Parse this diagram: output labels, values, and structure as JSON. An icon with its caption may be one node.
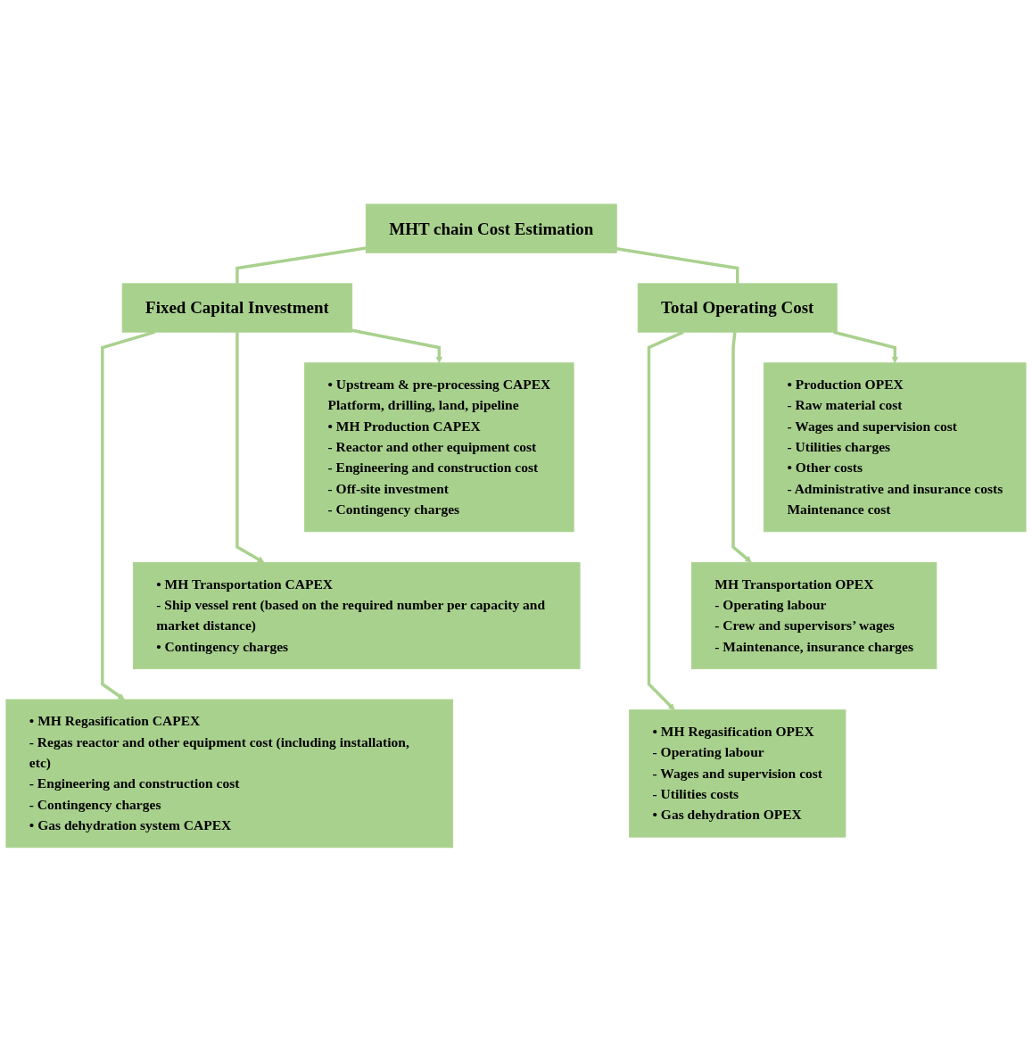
{
  "diagram": {
    "nodes": [
      {
        "text": [
          "MHT chain Cost Estimation"
        ]
      },
      {
        "text": [
          "Fixed Capital Investment"
        ]
      },
      {
        "text": [
          "Total Operating Cost"
        ]
      },
      {
        "text": [
          "• Upstream & pre-processing CAPEX",
          "Platform, drilling, land, pipeline",
          "• MH Production CAPEX",
          "- Reactor and other equipment cost",
          "- Engineering and construction cost",
          "- Off-site investment",
          "- Contingency charges"
        ]
      },
      {
        "text": [
          "• MH Transportation CAPEX",
          "- Ship vessel rent (based on the required number per capacity and market distance)",
          "• Contingency charges"
        ]
      },
      {
        "text": [
          "• MH Regasification CAPEX",
          "- Regas reactor and other equipment cost (including installation, etc)",
          "- Engineering and construction cost",
          "- Contingency charges",
          "• Gas dehydration system CAPEX"
        ]
      },
      {
        "text": [
          "• Production OPEX",
          "- Raw material cost",
          "- Wages and supervision cost",
          "- Utilities charges",
          "• Other costs",
          "- Administrative and insurance costs",
          "Maintenance cost"
        ]
      },
      {
        "text": [
          "MH Transportation OPEX",
          "- Operating labour",
          "- Crew and supervisors’ wages",
          "- Maintenance, insurance charges"
        ]
      },
      {
        "text": [
          "• MH Regasification OPEX",
          "- Operating labour",
          "- Wages and supervision cost",
          "- Utilities costs",
          "• Gas dehydration OPEX"
        ]
      }
    ],
    "edges": [
      {
        "from": 0,
        "to": 1,
        "arrow": "none"
      },
      {
        "from": 0,
        "to": 2,
        "arrow": "none"
      },
      {
        "from": 1,
        "to": 3,
        "arrow": "to"
      },
      {
        "from": 1,
        "to": 4,
        "arrow": "to"
      },
      {
        "from": 1,
        "to": 5,
        "arrow": "to"
      },
      {
        "from": 2,
        "to": 6,
        "arrow": "to"
      },
      {
        "from": 2,
        "to": 7,
        "arrow": "to"
      },
      {
        "from": 2,
        "to": 8,
        "arrow": "to"
      }
    ]
  }
}
